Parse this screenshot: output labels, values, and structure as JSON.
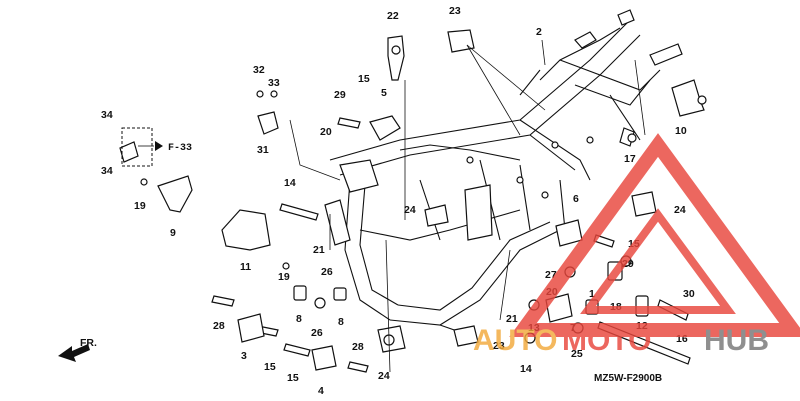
{
  "diagram": {
    "code": "MZ5W-F2900B",
    "reference": "F-33",
    "front_marker": "FR.",
    "callouts": [
      {
        "id": "c22",
        "text": "22"
      },
      {
        "id": "c23a",
        "text": "23"
      },
      {
        "id": "c2",
        "text": "2"
      },
      {
        "id": "c32",
        "text": "32"
      },
      {
        "id": "c33",
        "text": "33"
      },
      {
        "id": "c15a",
        "text": "15"
      },
      {
        "id": "c29a",
        "text": "29"
      },
      {
        "id": "c5",
        "text": "5"
      },
      {
        "id": "c34a",
        "text": "34"
      },
      {
        "id": "c34b",
        "text": "34"
      },
      {
        "id": "c31",
        "text": "31"
      },
      {
        "id": "c20",
        "text": "20"
      },
      {
        "id": "c10",
        "text": "10"
      },
      {
        "id": "c17",
        "text": "17"
      },
      {
        "id": "c19a",
        "text": "19"
      },
      {
        "id": "c9",
        "text": "9"
      },
      {
        "id": "c14a",
        "text": "14"
      },
      {
        "id": "c24a",
        "text": "24"
      },
      {
        "id": "c24b",
        "text": "24"
      },
      {
        "id": "c6",
        "text": "6"
      },
      {
        "id": "c21a",
        "text": "21"
      },
      {
        "id": "c15b",
        "text": "15"
      },
      {
        "id": "c11",
        "text": "11"
      },
      {
        "id": "c19b",
        "text": "19"
      },
      {
        "id": "c26a",
        "text": "26"
      },
      {
        "id": "c29b",
        "text": "29"
      },
      {
        "id": "c27",
        "text": "27"
      },
      {
        "id": "c20b",
        "text": "20"
      },
      {
        "id": "c1",
        "text": "1"
      },
      {
        "id": "c18",
        "text": "18"
      },
      {
        "id": "c30",
        "text": "30"
      },
      {
        "id": "c8a",
        "text": "8"
      },
      {
        "id": "c8b",
        "text": "8"
      },
      {
        "id": "c26b",
        "text": "26"
      },
      {
        "id": "c28a",
        "text": "28"
      },
      {
        "id": "c12",
        "text": "12"
      },
      {
        "id": "c21b",
        "text": "21"
      },
      {
        "id": "c13",
        "text": "13"
      },
      {
        "id": "c7",
        "text": "7"
      },
      {
        "id": "c23b",
        "text": "23"
      },
      {
        "id": "c16",
        "text": "16"
      },
      {
        "id": "c3",
        "text": "3"
      },
      {
        "id": "c15c",
        "text": "15"
      },
      {
        "id": "c28b",
        "text": "28"
      },
      {
        "id": "c25",
        "text": "25"
      },
      {
        "id": "c15d",
        "text": "15"
      },
      {
        "id": "c4",
        "text": "4"
      },
      {
        "id": "c24c",
        "text": "24"
      },
      {
        "id": "c14b",
        "text": "14"
      }
    ]
  },
  "watermark": {
    "part1": "AUTO",
    "part2": "MOTO",
    "part3": "HUB",
    "color_red": "#e8463c",
    "color_gold": "#f2a93b",
    "color_gray": "#777777"
  }
}
